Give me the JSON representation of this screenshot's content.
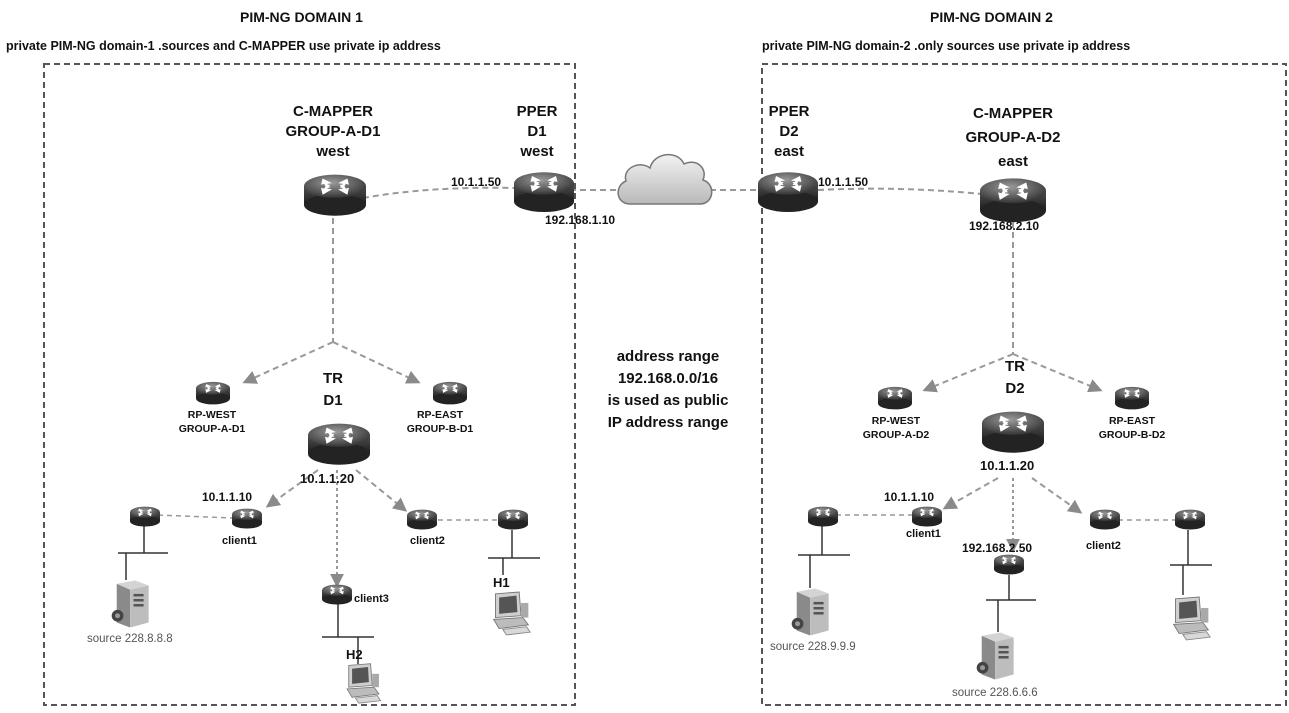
{
  "domain1": {
    "title": "PIM-NG DOMAIN 1",
    "subtitle": "private PIM-NG domain-1 .sources and C-MAPPER use private ip address",
    "cmapper": [
      "C-MAPPER",
      "GROUP-A-D1",
      "west"
    ],
    "pper": [
      "PPER",
      "D1",
      "west"
    ],
    "pper_ip_inner": "10.1.1.50",
    "pper_ip_outer": "192.168.1.10",
    "tr": [
      "TR",
      "D1"
    ],
    "tr_ip": "10.1.1.20",
    "rp_west": [
      "RP-WEST",
      "GROUP-A-D1"
    ],
    "rp_east": [
      "RP-EAST",
      "GROUP-B-D1"
    ],
    "client1": "client1",
    "client1_ip": "10.1.1.10",
    "client2": "client2",
    "client3": "client3",
    "h1": "H1",
    "h2": "H2",
    "source": "source 228.8.8.8"
  },
  "domain2": {
    "title": "PIM-NG DOMAIN 2",
    "subtitle": "private PIM-NG domain-2 .only sources use private ip address",
    "cmapper": [
      "C-MAPPER",
      "GROUP-A-D2",
      "east"
    ],
    "cmapper_ip": "192.168.2.10",
    "pper": [
      "PPER",
      "D2",
      "east"
    ],
    "pper_ip": "10.1.1.50",
    "tr": [
      "TR",
      "D2"
    ],
    "tr_ip": "10.1.1.20",
    "rp_west": [
      "RP-WEST",
      "GROUP-A-D2"
    ],
    "rp_east": [
      "RP-EAST",
      "GROUP-B-D2"
    ],
    "client1": "client1",
    "client1_ip": "10.1.1.10",
    "client2": "client2",
    "client3_ip": "192.168.2.50",
    "source1": "source 228.9.9.9",
    "source2": "source 228.6.6.6"
  },
  "public_note": [
    "address range",
    "192.168.0.0/16",
    "is used as public",
    "IP address range"
  ]
}
